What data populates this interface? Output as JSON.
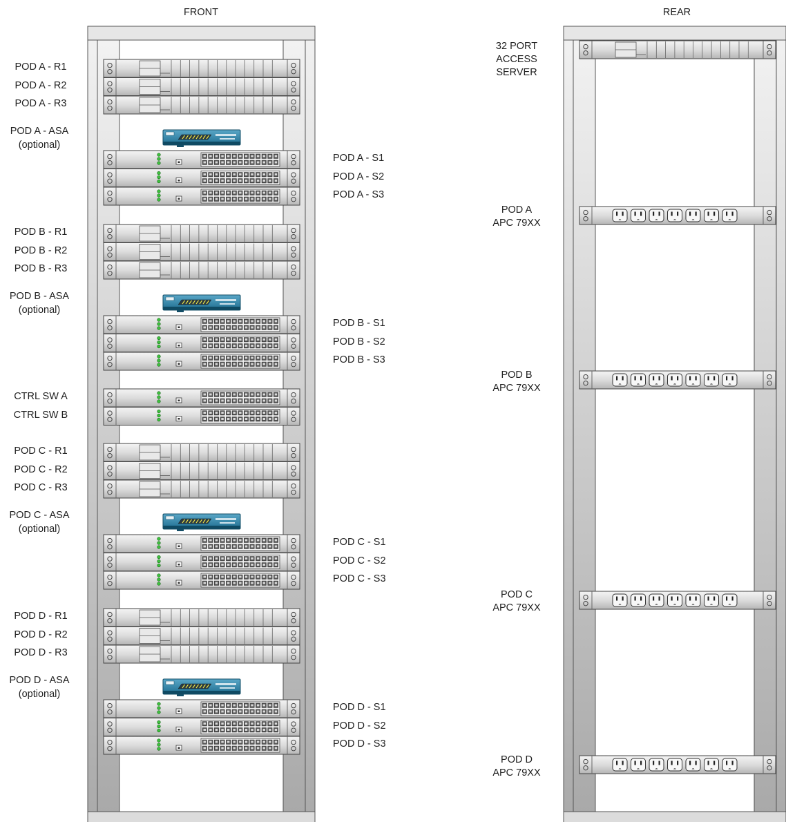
{
  "headers": {
    "front": "FRONT",
    "rear": "REAR"
  },
  "front": {
    "pods": [
      {
        "routers": [
          "POD A - R1",
          "POD A - R2",
          "POD A - R3"
        ],
        "asa": "POD A - ASA",
        "asa_note": "(optional)",
        "switches": [
          "POD A - S1",
          "POD A - S2",
          "POD A - S3"
        ]
      },
      {
        "routers": [
          "POD B - R1",
          "POD B - R2",
          "POD B - R3"
        ],
        "asa": "POD B - ASA",
        "asa_note": "(optional)",
        "switches": [
          "POD B - S1",
          "POD B - S2",
          "POD B - S3"
        ]
      },
      {
        "routers": [
          "POD C - R1",
          "POD C - R2",
          "POD C - R3"
        ],
        "asa": "POD C - ASA",
        "asa_note": "(optional)",
        "switches": [
          "POD C - S1",
          "POD C - S2",
          "POD C - S3"
        ]
      },
      {
        "routers": [
          "POD D - R1",
          "POD D - R2",
          "POD D - R3"
        ],
        "asa": "POD D - ASA",
        "asa_note": "(optional)",
        "switches": [
          "POD D - S1",
          "POD D - S2",
          "POD D - S3"
        ]
      }
    ],
    "control_switches": [
      "CTRL SW A",
      "CTRL SW B"
    ]
  },
  "rear": {
    "access_server": [
      "32 PORT",
      "ACCESS",
      "SERVER"
    ],
    "pdus": [
      {
        "line1": "POD A",
        "line2": "APC 79XX"
      },
      {
        "line1": "POD B",
        "line2": "APC 79XX"
      },
      {
        "line1": "POD C",
        "line2": "APC 79XX"
      },
      {
        "line1": "POD D",
        "line2": "APC  79XX"
      }
    ]
  }
}
